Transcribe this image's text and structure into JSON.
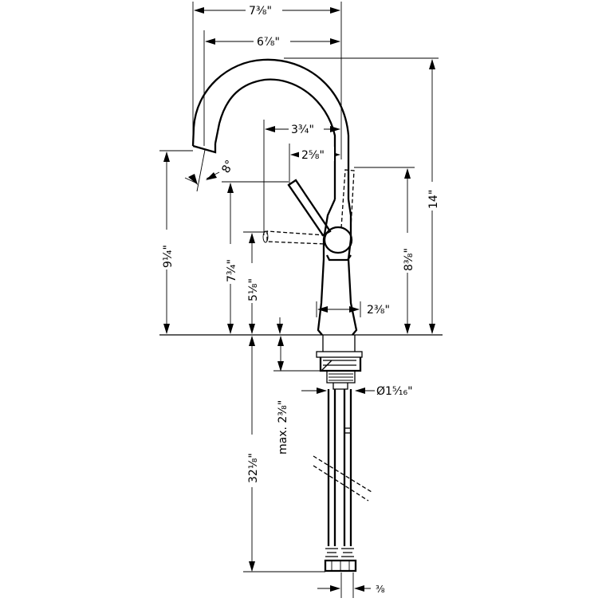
{
  "dimensions": {
    "spout_outer_width": "7⅜\"",
    "spout_inner_width": "6⅞\"",
    "handle_reach_outer": "3¾\"",
    "handle_reach_inner": "2⅝\"",
    "spout_angle": "8°",
    "total_height": "14\"",
    "spout_outlet_height": "9¼\"",
    "handle_height": "7¾\"",
    "handle_low_height": "5⅛\"",
    "handle_pivot_height": "8⅜\"",
    "body_width": "2⅜\"",
    "shank_diameter": "Ø1⁵⁄₁₆\"",
    "max_deck_thickness": "max. 2⅜\"",
    "hose_length": "32⅛\"",
    "connector": "⅜"
  }
}
